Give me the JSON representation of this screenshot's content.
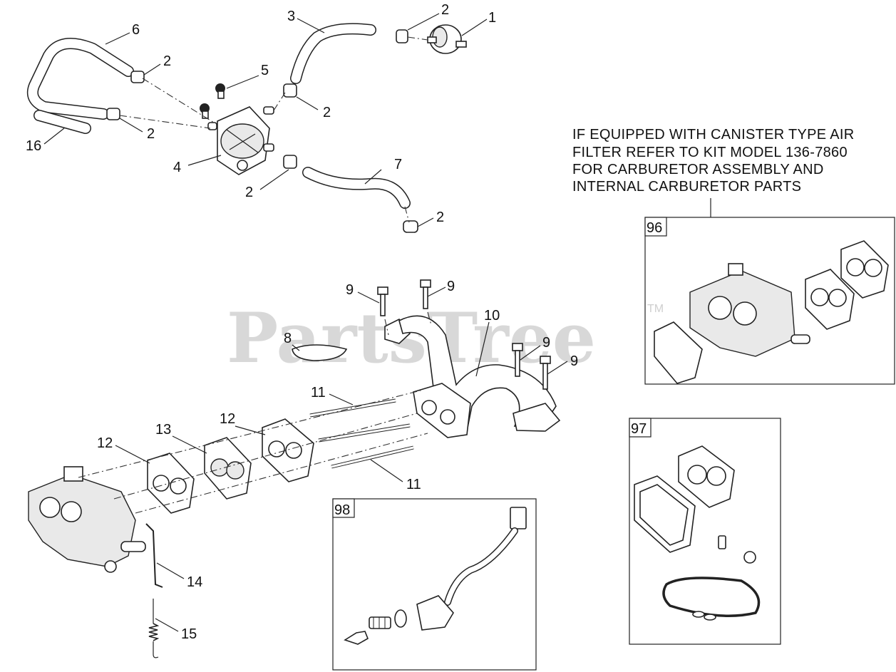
{
  "watermark": {
    "text": "PartsTree",
    "trademark": "TM"
  },
  "note": {
    "lines": [
      "IF EQUIPPED WITH CANISTER TYPE AIR",
      "FILTER REFER TO KIT MODEL 136-7860",
      "FOR CARBURETOR ASSEMBLY AND",
      "INTERNAL CARBURETOR PARTS"
    ]
  },
  "kits": [
    {
      "label": "96"
    },
    {
      "label": "97"
    },
    {
      "label": "98"
    }
  ],
  "callouts": [
    {
      "id": "c1",
      "text": "1"
    },
    {
      "id": "c2a",
      "text": "2"
    },
    {
      "id": "c3",
      "text": "3"
    },
    {
      "id": "c6",
      "text": "6"
    },
    {
      "id": "c2b",
      "text": "2"
    },
    {
      "id": "c5",
      "text": "5"
    },
    {
      "id": "c2c",
      "text": "2"
    },
    {
      "id": "c2d",
      "text": "2"
    },
    {
      "id": "c16",
      "text": "16"
    },
    {
      "id": "c4",
      "text": "4"
    },
    {
      "id": "c7",
      "text": "7"
    },
    {
      "id": "c2e",
      "text": "2"
    },
    {
      "id": "c2f",
      "text": "2"
    },
    {
      "id": "c9a",
      "text": "9"
    },
    {
      "id": "c9b",
      "text": "9"
    },
    {
      "id": "c10",
      "text": "10"
    },
    {
      "id": "c8",
      "text": "8"
    },
    {
      "id": "c9c",
      "text": "9"
    },
    {
      "id": "c9d",
      "text": "9"
    },
    {
      "id": "c11a",
      "text": "11"
    },
    {
      "id": "c12a",
      "text": "12"
    },
    {
      "id": "c13",
      "text": "13"
    },
    {
      "id": "c12b",
      "text": "12"
    },
    {
      "id": "c11b",
      "text": "11"
    },
    {
      "id": "c14",
      "text": "14"
    },
    {
      "id": "c15",
      "text": "15"
    }
  ]
}
